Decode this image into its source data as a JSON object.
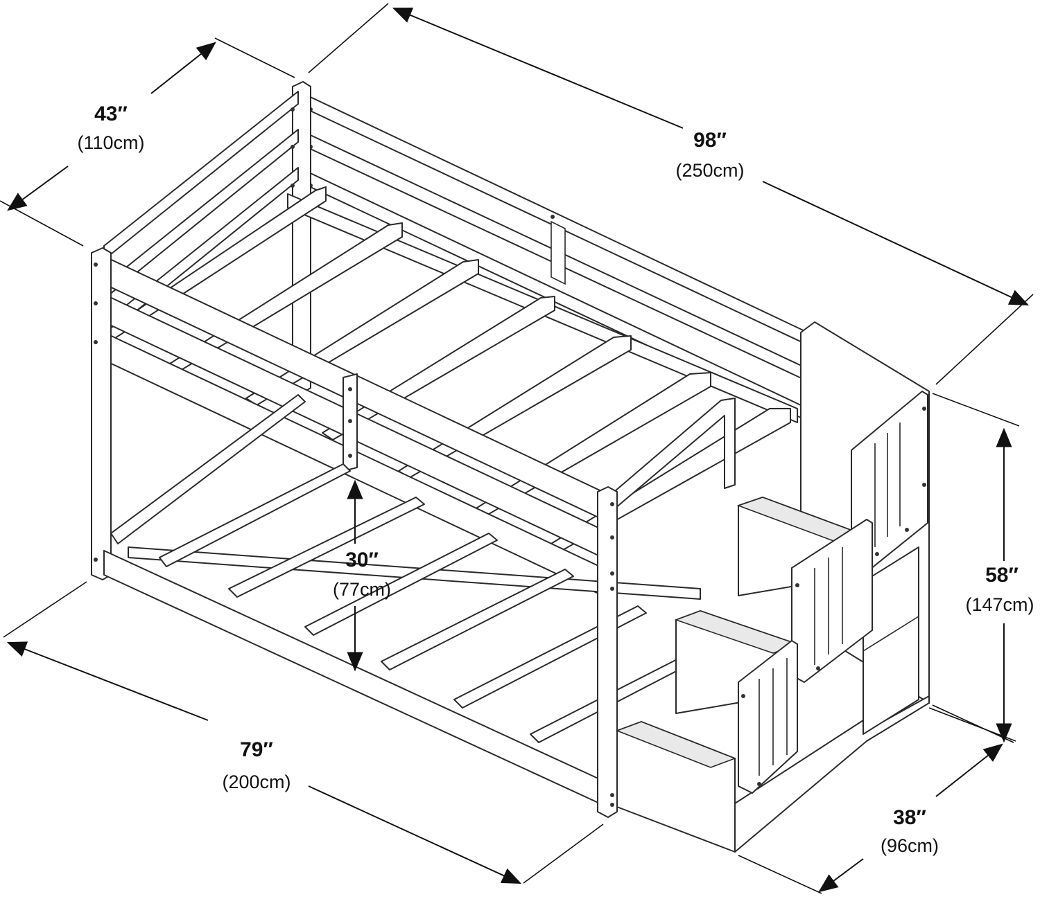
{
  "colors": {
    "line": "#2a2a2a",
    "fill": "#ffffff",
    "text": "#111111",
    "shade": "#e9e9e9"
  },
  "dimensions": {
    "depth": {
      "label": "43″",
      "metric": "(110cm)"
    },
    "length": {
      "label": "98″",
      "metric": "(250cm)"
    },
    "clearance": {
      "label": "30″",
      "metric": "(77cm)"
    },
    "height": {
      "label": "58″",
      "metric": "(147cm)"
    },
    "bed_length": {
      "label": "79″",
      "metric": "(200cm)"
    },
    "stair_depth": {
      "label": "38″",
      "metric": "(96cm)"
    }
  }
}
